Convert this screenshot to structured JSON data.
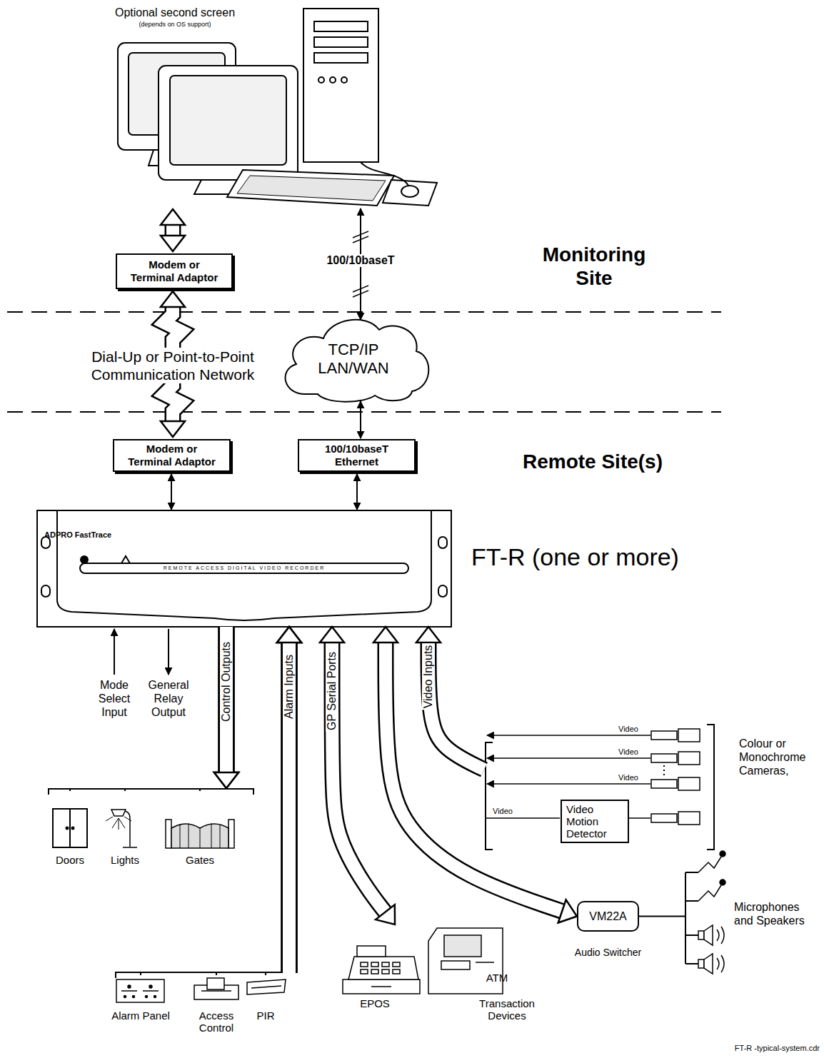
{
  "diagram": {
    "nodes": [
      {
        "text": [
          "Optional second screen",
          "(depends on OS support)"
        ]
      },
      {
        "text": [
          "Modem or Terminal Adaptor"
        ]
      },
      {
        "text": [
          "TCP/IP LAN/WAN"
        ]
      },
      {
        "text": [
          "Modem or Terminal Adaptor"
        ]
      },
      {
        "text": [
          "100/10baseT Ethernet"
        ]
      },
      {
        "text": [
          "ADPRO FastTrace",
          "REMOTE ACCESS DIGITAL VIDEO RECORDER",
          "FT-R (one or more)"
        ]
      },
      {
        "text": [
          "Doors"
        ]
      },
      {
        "text": [
          "Lights"
        ]
      },
      {
        "text": [
          "Gates"
        ]
      },
      {
        "text": [
          "Alarm Panel"
        ]
      },
      {
        "text": [
          "Access Control"
        ]
      },
      {
        "text": [
          "PIR"
        ]
      },
      {
        "text": [
          "EPOS",
          "ATM",
          "Transaction Devices"
        ]
      },
      {
        "text": [
          "Colour or Monochrome Cameras,"
        ]
      },
      {
        "text": [
          "Video Motion Detector"
        ],
        "in": 13
      },
      {
        "text": [
          "VM22A",
          "Audio Switcher"
        ]
      },
      {
        "text": [
          "Microphones and Speakers"
        ]
      }
    ],
    "edges": [
      {
        "from": 0,
        "to": 1,
        "arrow": "both"
      },
      {
        "from": 1,
        "to": 3,
        "arrow": "both"
      },
      {
        "from": 0,
        "to": 2,
        "label": "100/10baseT",
        "arrow": "both"
      },
      {
        "from": 2,
        "to": 4,
        "arrow": "both"
      },
      {
        "from": 3,
        "to": 5,
        "arrow": "both"
      },
      {
        "from": 4,
        "to": 5,
        "arrow": "both"
      },
      {
        "from": 5,
        "to": 6,
        "label": "Control Outputs",
        "arrow": "to"
      },
      {
        "from": 5,
        "to": 7,
        "arrow": "to"
      },
      {
        "from": 5,
        "to": 8,
        "arrow": "to"
      },
      {
        "from": 9,
        "to": 5,
        "label": "Alarm Inputs",
        "arrow": "to"
      },
      {
        "from": 10,
        "to": 5,
        "arrow": "to"
      },
      {
        "from": 11,
        "to": 5,
        "arrow": "to"
      },
      {
        "from": 5,
        "to": 12,
        "label": "GP Serial Ports",
        "arrow": "both"
      },
      {
        "from": 5,
        "to": 15,
        "arrow": "both"
      },
      {
        "from": 13,
        "to": 5,
        "label": "Video Inputs",
        "arrow": "to"
      },
      {
        "from": 15,
        "to": 16,
        "arrow": "none"
      }
    ],
    "labels": [
      "Monitoring Site",
      "Remote Site(s)",
      "Dial-Up or Point-to-Point Communication Network",
      "Mode Select Input",
      "General Relay Output",
      "Video",
      "Video",
      "Video",
      "Video",
      "FT-R -typical-system.cdr"
    ]
  }
}
